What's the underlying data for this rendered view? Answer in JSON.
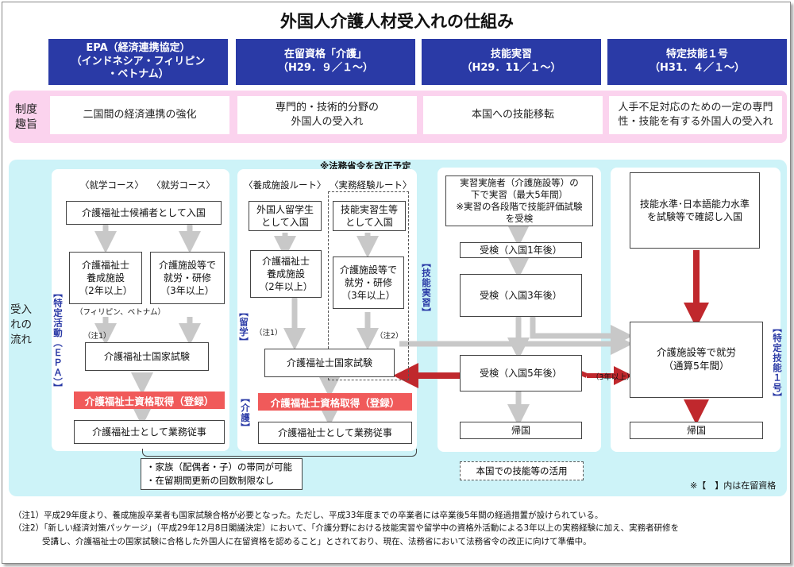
{
  "title": "外国人介護人材受入れの仕組み",
  "headers": [
    {
      "l1": "EPA（経済連携協定）",
      "l2": "（インドネシア・フィリピン",
      "l3": "・ベトナム）"
    },
    {
      "l1": "在留資格「介護」",
      "l2": "（H29．９／１～）"
    },
    {
      "l1": "技能実習",
      "l2": "（H29．11／１～）"
    },
    {
      "l1": "特定技能１号",
      "l2": "（H31．４／１～）"
    }
  ],
  "purpose": {
    "label": "制度趣旨",
    "items": [
      {
        "l1": "二国間の経済連携の強化"
      },
      {
        "l1": "専門的・技術的分野の",
        "l2": "外国人の受入れ"
      },
      {
        "l1": "本国への技能移転"
      },
      {
        "l1": "人手不足対応のための一定の専門",
        "l2": "性・技能を有する外国人の受入れ"
      }
    ]
  },
  "flow": {
    "label": "受入れの流れ",
    "revision_note": "※法務省令を改正予定",
    "epa": {
      "course_study": "〈就学コース〉",
      "course_work": "〈就労コース〉",
      "entry": "介護福祉士候補者として入国",
      "school": [
        "介護福祉士",
        "養成施設",
        "（2年以上）"
      ],
      "work": [
        "介護施設等で",
        "就労・研修",
        "（3年以上）"
      ],
      "countries": "（フィリピン、ベトナム）",
      "note1": "（注1）",
      "exam": "介護福祉士国家試験",
      "qualify": "介護福祉士資格取得（登録）",
      "job": "介護福祉士として業務従事",
      "status_label": "【特定活動（ＥＰＡ）】"
    },
    "kaigo": {
      "route_school": "〈養成施設ルート〉",
      "route_work": "〈実務経験ルート〉",
      "student": [
        "外国人留学生",
        "として入国"
      ],
      "trainee": [
        "技能実習生等",
        "として入国"
      ],
      "school": [
        "介護福祉士",
        "養成施設",
        "（2年以上）"
      ],
      "work": [
        "介護施設等で",
        "就労・研修",
        "（3年以上）"
      ],
      "note1": "（注1）",
      "note2": "（注2）",
      "status_study": "【留学】",
      "exam": "介護福祉士国家試験",
      "qualify": "介護福祉士資格取得（登録）",
      "job": "介護福祉士として業務従事",
      "status_kaigo": "【介護】",
      "family": [
        "・家族（配偶者・子）の帯同が可能",
        "・在留期間更新の回数制限なし"
      ]
    },
    "tech": {
      "intro": [
        "実習実施者（介護施設等）の",
        "下で実習（最大5年間）",
        "※実習の各段階で技能評価試験",
        "を受検"
      ],
      "exam1": "受検（入国1年後）",
      "exam3": "受検（入国3年後）",
      "exam5": "受検（入国5年後）",
      "return": "帰国",
      "status_label": "【技能実習】",
      "home_use": "本国での技能等の活用",
      "three_years": "（3年以上）"
    },
    "ssw": {
      "entry": [
        "技能水準･日本語能力水準",
        "を試験等で確認し入国"
      ],
      "work": [
        "介護施設等で就労",
        "（通算5年間）"
      ],
      "return": "帰国",
      "status_label": "【特定技能１号】"
    },
    "legend": "※【　】内は在留資格"
  },
  "footnotes": [
    "（注1）平成29年度より、養成施設卒業者も国家試験合格が必要となった。ただし、平成33年度までの卒業者には卒業後5年間の経過措置が設けられている。",
    "（注2）「新しい経済対策パッケージ」（平成29年12月8日閣議決定）において、「介護分野における技能実習や留学中の資格外活動による3年以上の実務経験に加え、実務者研修を",
    "受講し、介護福祉士の国家試験に合格した外国人に在留資格を認めること」とされており、現在、法務省において法務省令の改正に向けて準備中。"
  ],
  "colors": {
    "header_blue": "#2a3aa6",
    "purpose_pink": "#fbd3ee",
    "flow_cyan": "#cdf3f8",
    "qualify_red": "#f05a5a",
    "arrow_gray": "#c8c8c8",
    "arrow_red": "#c0282d"
  }
}
